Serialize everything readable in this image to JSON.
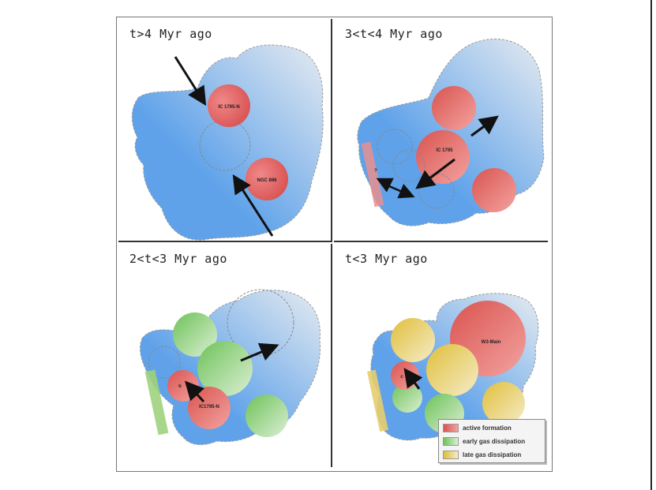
{
  "panels": [
    {
      "title": "t>4 Myr ago",
      "labels": {
        "cluster_a": "IC 1795-N",
        "cluster_b": "NGC 896"
      }
    },
    {
      "title": "3<t<4 Myr ago",
      "labels": {
        "cluster_a": "IC 1795",
        "unknown": "?"
      }
    },
    {
      "title": "2<t<3 Myr ago",
      "labels": {
        "cluster_a": "b",
        "cluster_b": "IC1795-N"
      }
    },
    {
      "title": "t<3 Myr ago",
      "labels": {
        "cluster_a": "c",
        "cluster_b": "W3-Main"
      }
    }
  ],
  "legend": [
    {
      "label": "active formation",
      "color": "#e05a58"
    },
    {
      "label": "early gas dissipation",
      "color": "#7fcf63"
    },
    {
      "label": "late gas dissipation",
      "color": "#e2c94b"
    }
  ],
  "colors": {
    "cloud": "#6aa8e8",
    "cloud_light": "#dce6ef",
    "arrow": "#111111"
  }
}
